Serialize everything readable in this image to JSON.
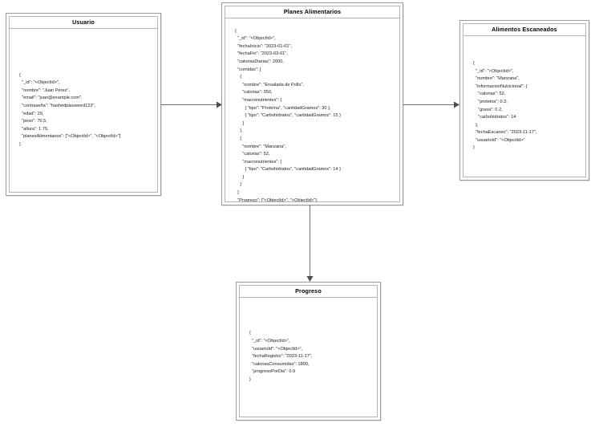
{
  "diagram": {
    "type": "uml-class-collection-diagram",
    "background_color": "#ffffff",
    "border_color": "#9a9a9a",
    "text_color": "#1a1a1a",
    "boxes": [
      {
        "id": "usuario",
        "title": "Usuario",
        "content": "{\n  \"_id\": \"<ObjectId>\",\n  \"nombre\": \"Juan Pérez\",\n  \"email\": \"juan@example.com\",\n  \"contraseña\": \"hashedpassword123\",\n  \"edad\": 29,\n  \"peso\": 70.5,\n  \"altura\": 1.75,\n  \"planesAlimentarios\": [\"<ObjectId>\", \"<ObjectId>\"]\n}"
      },
      {
        "id": "planes-alimentarios",
        "title": "Planes Alimentarios",
        "content": "{\n  \"_id\": \"<ObjectId>\",\n  \"fechaInicio\": \"2023-01-01\",\n  \"fechaFin\": \"2023-03-01\",\n  \"caloriasDiarias\": 2000,\n  \"comidas\": [\n    {\n      \"nombre\": \"Ensalada de Pollo\",\n      \"calorias\": 350,\n      \"macronutrientes\": [\n        { \"tipo\": \"Proteína\", \"cantidadGramos\": 30 },\n        { \"tipo\": \"Carbohidratos\", \"cantidadGramos\": 15 }\n      ]\n    },\n    {\n      \"nombre\": \"Manzana\",\n      \"calorias\": 52,\n      \"macronutrientes\": [\n        { \"tipo\": \"Carbohidratos\", \"cantidadGramos\": 14 }\n      ]\n    }\n  ]\n  \"Progreso\": [\"<ObjectId>\", \"<ObjectId>\"],\n  \"Alimentos escaneados\": [\"<ObjectId>\", \"<ObjectId>\"],\n}\n}"
      },
      {
        "id": "alimentos-escaneados",
        "title": "Alimentos Escaneados",
        "content": "{\n  \"_id\": \"<ObjectId>\",\n  \"nombre\": \"Manzana\",\n  \"informacionNutricional\": {\n    \"calorias\": 52,\n    \"proteina\": 0.3,\n    \"grasa\": 0.2,\n    \"carbohidratos\": 14\n  },\n  \"fechaEscaneo\": \"2023-11-17\",\n  \"usuarioId\": \"<ObjectId>\"\n}"
      },
      {
        "id": "progreso",
        "title": "Progreso",
        "content": "{\n  \"_id\": \"<ObjectId>\",\n  \"usuarioId\": \"<ObjectId>\",\n  \"fechaRegistro\": \"2023-11-17\",\n  \"caloriasConsumidas\": 1800,\n  \"progresoPorDia\": 0.9\n}"
      }
    ],
    "connectors": [
      {
        "id": "usuario-to-planes",
        "from": "usuario",
        "to": "planes-alimentarios",
        "direction": "right"
      },
      {
        "id": "planes-to-alimentos",
        "from": "planes-alimentarios",
        "to": "alimentos-escaneados",
        "direction": "right"
      },
      {
        "id": "planes-to-progreso",
        "from": "planes-alimentarios",
        "to": "progreso",
        "direction": "down"
      }
    ]
  }
}
